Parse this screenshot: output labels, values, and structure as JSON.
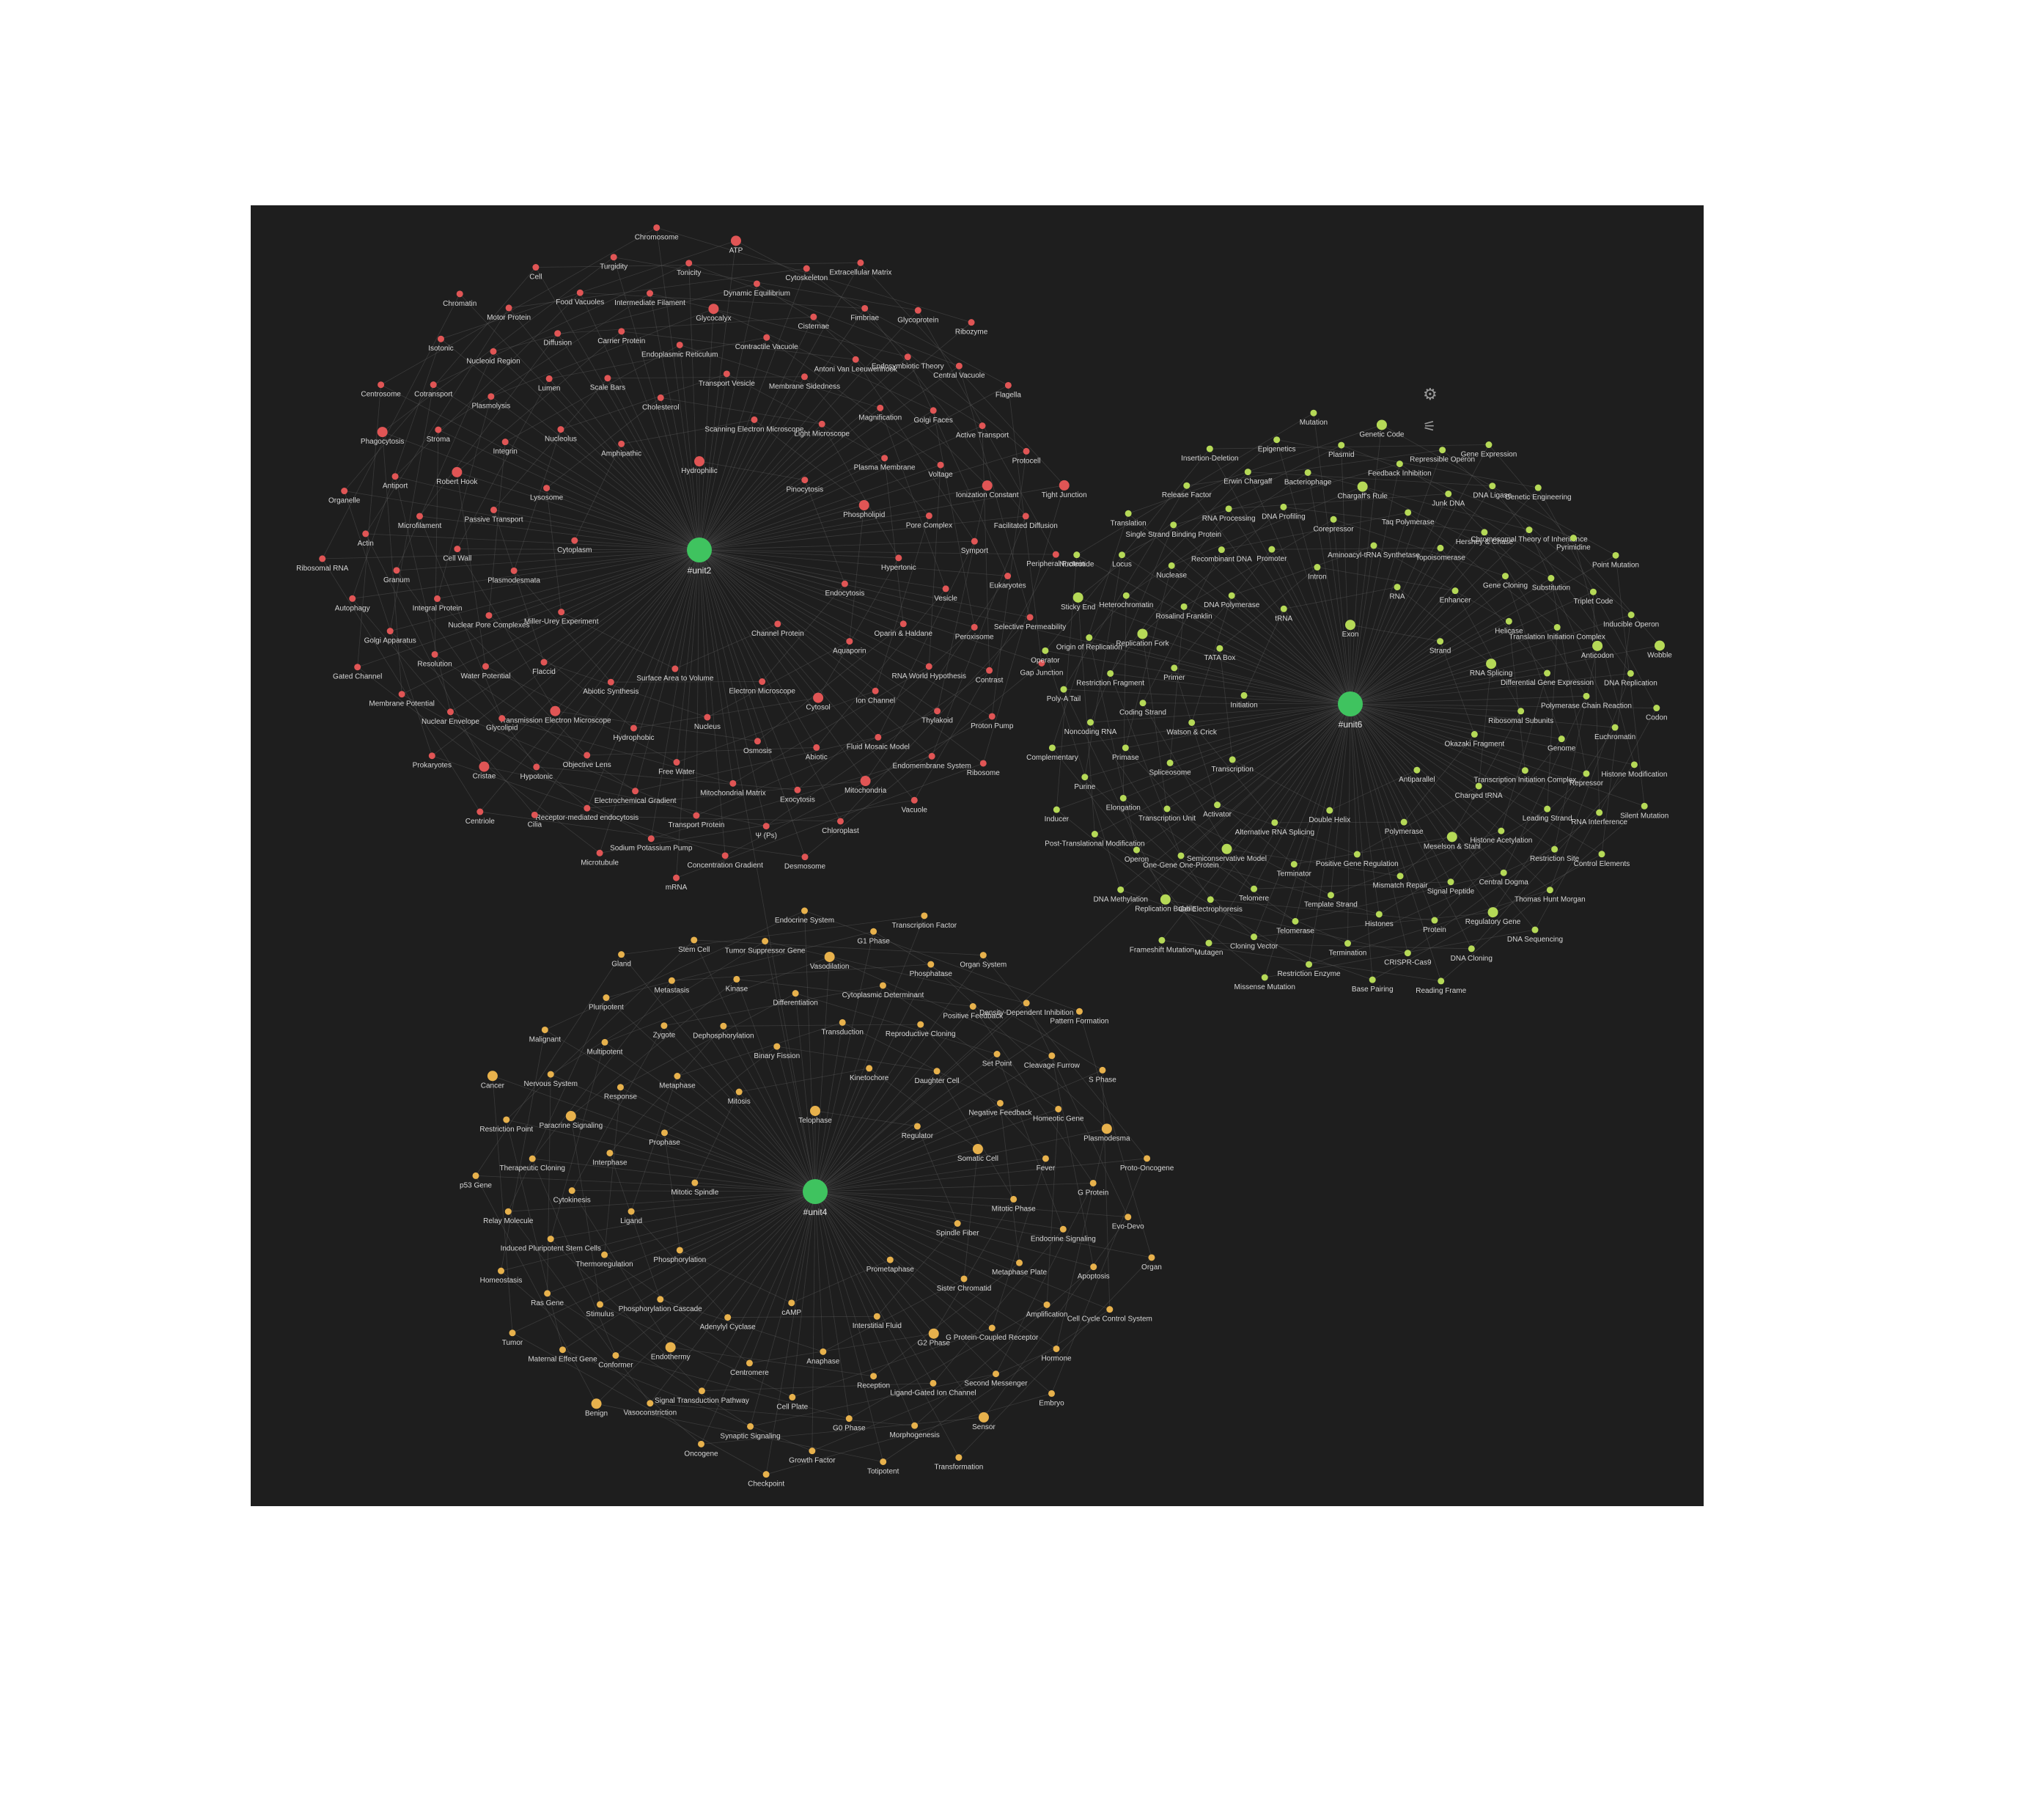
{
  "colors": {
    "background": "#1e1e1e",
    "unit2": "#e05555",
    "unit6": "#b5d957",
    "unit4": "#e7b14c",
    "hub": "#3fc35f",
    "edge": "#5a5a5a",
    "label": "#d6d6d6"
  },
  "toolbar": {
    "settings_icon": "gear-icon",
    "settings_glyph": "⚙",
    "magic_icon": "magic-wand-icon",
    "magic_glyph": "⚟"
  },
  "hubs": [
    {
      "id": "unit2",
      "label": "#unit2",
      "group": "unit2"
    },
    {
      "id": "unit6",
      "label": "#unit6",
      "group": "unit6"
    },
    {
      "id": "unit4",
      "label": "#unit4",
      "group": "unit4"
    }
  ],
  "groups": {
    "unit2": [
      "Hydrophilic",
      "Channel Protein",
      "Cytoplasm",
      "Pinocytosis",
      "Surface Area to Volume",
      "Amphipathic",
      "Endocytosis",
      "Miller-Urey Experiment",
      "Scanning Electron Microscope",
      "Electron Microscope",
      "Lysosome",
      "Phospholipid",
      "Abiotic Synthesis",
      "Cholesterol",
      "Aquaporin",
      "Plasmodesmata",
      "Light Microscope",
      "Nucleus",
      "Nucleolus",
      "Hypertonic",
      "Flaccid",
      "Transport Vesicle",
      "Cytosol",
      "Passive Transport",
      "Plasma Membrane",
      "Hydrophobic",
      "Scale Bars",
      "Oparin & Haldane",
      "Nuclear Pore Complexes",
      "Membrane Sidedness",
      "Osmosis",
      "Integrin",
      "Pore Complex",
      "Transmission Electron Microscope",
      "Endoplasmic Reticulum",
      "Ion Channel",
      "Cell Wall",
      "Magnification",
      "Free Water",
      "Lumen",
      "Vesicle",
      "Water Potential",
      "Contractile Vacuole",
      "Abiotic",
      "Robert Hook",
      "Voltage",
      "Objective Lens",
      "Carrier Protein",
      "RNA World Hypothesis",
      "Integral Protein",
      "Antoni Van Leeuwenhoek",
      "Mitochondrial Matrix",
      "Plasmolysis",
      "Symport",
      "Glycolipid",
      "Glycocalyx",
      "Fluid Mosaic Model",
      "Microfilament",
      "Golgi Faces",
      "Electrochemical Gradient",
      "Diffusion",
      "Peroxisome",
      "Resolution",
      "Cisternae",
      "Exocytosis",
      "Stroma",
      "Ionization Constant",
      "Hypotonic",
      "Intermediate Filament",
      "Thylakoid",
      "Granum",
      "Endosymbiotic Theory",
      "Transport Protein",
      "Nucleoid Region",
      "Eukaryotes",
      "Nuclear Envelope",
      "Dynamic Equilibrium",
      "Mitochondria",
      "Antiport",
      "Active Transport",
      "Receptor-mediated endocytosis",
      "Food Vacuoles",
      "Contrast",
      "Golgi Apparatus",
      "Fimbriae",
      "Ψ (Ps)",
      "Cotransport",
      "Facilitated Diffusion",
      "Cristae",
      "Tonicity",
      "Endomembrane System",
      "Actin",
      "Central Vacuole",
      "Sodium Potassium Pump",
      "Motor Protein",
      "Selective Permeability",
      "Membrane Potential",
      "Cytoskeleton",
      "Chloroplast",
      "Phagocytosis",
      "Protocell",
      "Cilia",
      "Turgidity",
      "Proton Pump",
      "Autophagy",
      "Glycoprotein",
      "Concentration Gradient",
      "Isotonic",
      "Peripheral Protein",
      "Prokaryotes",
      "ATP",
      "Vacuole",
      "Organelle",
      "Flagella",
      "Microtubule",
      "Cell",
      "Gap Junction",
      "Gated Channel",
      "Extracellular Matrix",
      "Desmosome",
      "Centrosome",
      "Tight Junction",
      "Centriole",
      "Chromosome",
      "Ribosome",
      "Ribosomal RNA",
      "Ribozyme",
      "mRNA",
      "Chromatin"
    ],
    "unit6": [
      "Exon",
      "Antiparallel",
      "Initiation",
      "Strand",
      "Double Helix",
      "tRNA",
      "Okazaki Fragment",
      "Transcription",
      "RNA",
      "Polymerase",
      "TATA Box",
      "RNA Splicing",
      "Alternative RNA Splicing",
      "Intron",
      "Charged tRNA",
      "Watson & Crick",
      "Enhancer",
      "Positive Gene Regulation",
      "DNA Polymerase",
      "Ribosomal Subunits",
      "Activator",
      "Aminoacyl-tRNA Synthetase",
      "Meselson & Stahl",
      "Primer",
      "Helicase",
      "Terminator",
      "Promoter",
      "Transcription Initiation Complex",
      "Spliceosome",
      "Topoisomerase",
      "Mismatch Repair",
      "Rosalind Franklin",
      "Differential Gene Expression",
      "Semiconservative Model",
      "Corepressor",
      "Histone Acetylation",
      "Coding Strand",
      "Gene Cloning",
      "Template Strand",
      "Recombinant DNA",
      "Genome",
      "Transcription Unit",
      "Taq Polymerase",
      "Signal Peptide",
      "Replication Fork",
      "Translation Initiation Complex",
      "Telomere",
      "DNA Profiling",
      "Leading Strand",
      "Primase",
      "Hershey & Chase",
      "Histones",
      "Nuclease",
      "Polymerase Chain Reaction",
      "One-Gene One-Protein",
      "Chargaff's Rule",
      "Central Dogma",
      "Restriction Fragment",
      "Substitution",
      "Telomerase",
      "RNA Processing",
      "Repressor",
      "Elongation",
      "Junk DNA",
      "Protein",
      "Heterochromatin",
      "Anticodon",
      "Gel Electrophoresis",
      "Bacteriophage",
      "Restriction Site",
      "Noncoding RNA",
      "Chromosomal Theory of Inheritance",
      "Termination",
      "Single Strand Binding Protein",
      "Euchromatin",
      "Operon",
      "Feedback Inhibition",
      "Regulatory Gene",
      "Origin of Replication",
      "Triplet Code",
      "Cloning Vector",
      "Erwin Chargaff",
      "RNA Interference",
      "Purine",
      "DNA Ligase",
      "CRISPR-Cas9",
      "Locus",
      "DNA Replication",
      "Replication Bubble",
      "Plasmid",
      "Thomas Hunt Morgan",
      "Poly-A Tail",
      "Pyrimidine",
      "Restriction Enzyme",
      "Release Factor",
      "Histone Modification",
      "Post-Translational Modification",
      "Repressible Operon",
      "DNA Cloning",
      "Sticky End",
      "Inducible Operon",
      "Mutagen",
      "Epigenetics",
      "Control Elements",
      "Complementary",
      "Genetic Engineering",
      "Base Pairing",
      "Translation",
      "Codon",
      "DNA Methylation",
      "Genetic Code",
      "DNA Sequencing",
      "Operator",
      "Point Mutation",
      "Missense Mutation",
      "Insertion-Deletion",
      "Silent Mutation",
      "Inducer",
      "Gene Expression",
      "Reading Frame",
      "Nucleotide",
      "Wobble",
      "Frameshift Mutation",
      "Mutation"
    ],
    "unit4": [
      "Telophase",
      "Prometaphase",
      "Mitotic Spindle",
      "Regulator",
      "cAMP",
      "Mitosis",
      "Spindle Fiber",
      "Phosphorylation",
      "Kinetochore",
      "Interstitial Fluid",
      "Prophase",
      "Somatic Cell",
      "Adenylyl Cyclase",
      "Binary Fission",
      "Sister Chromatid",
      "Ligand",
      "Daughter Cell",
      "Anaphase",
      "Metaphase",
      "Mitotic Phase",
      "Phosphorylation Cascade",
      "Transduction",
      "G2 Phase",
      "Interphase",
      "Negative Feedback",
      "Centromere",
      "Dephosphorylation",
      "Metaphase Plate",
      "Thermoregulation",
      "Reproductive Cloning",
      "Reception",
      "Response",
      "Fever",
      "Endothermy",
      "Differentiation",
      "G Protein-Coupled Receptor",
      "Cytokinesis",
      "Set Point",
      "Cell Plate",
      "Zygote",
      "Endocrine Signaling",
      "Stimulus",
      "Cytoplasmic Determinant",
      "Ligand-Gated Ion Channel",
      "Paracrine Signaling",
      "Homeotic Gene",
      "Signal Transduction Pathway",
      "Kinase",
      "Amplification",
      "Induced Pluripotent Stem Cells",
      "Positive Feedback",
      "G0 Phase",
      "Multipotent",
      "G Protein",
      "Conformer",
      "Vasodilation",
      "Second Messenger",
      "Therapeutic Cloning",
      "Cleavage Furrow",
      "Synaptic Signaling",
      "Metastasis",
      "Apoptosis",
      "Ras Gene",
      "Phosphatase",
      "Morphogenesis",
      "Nervous System",
      "Plasmodesma",
      "Vasoconstriction",
      "Tumor Suppressor Gene",
      "Hormone",
      "Relay Molecule",
      "Density-Dependent Inhibition",
      "Growth Factor",
      "Pluripotent",
      "Evo-Devo",
      "Maternal Effect Gene",
      "G1 Phase",
      "Sensor",
      "Restriction Point",
      "S Phase",
      "Oncogene",
      "Stem Cell",
      "Cell Cycle Control System",
      "Homeostasis",
      "Organ System",
      "Totipotent",
      "Malignant",
      "Proto-Oncogene",
      "Benign",
      "Endocrine System",
      "Embryo",
      "p53 Gene",
      "Pattern Formation",
      "Checkpoint",
      "Gland",
      "Organ",
      "Tumor",
      "Transcription Factor",
      "Transformation",
      "Cancer"
    ]
  }
}
